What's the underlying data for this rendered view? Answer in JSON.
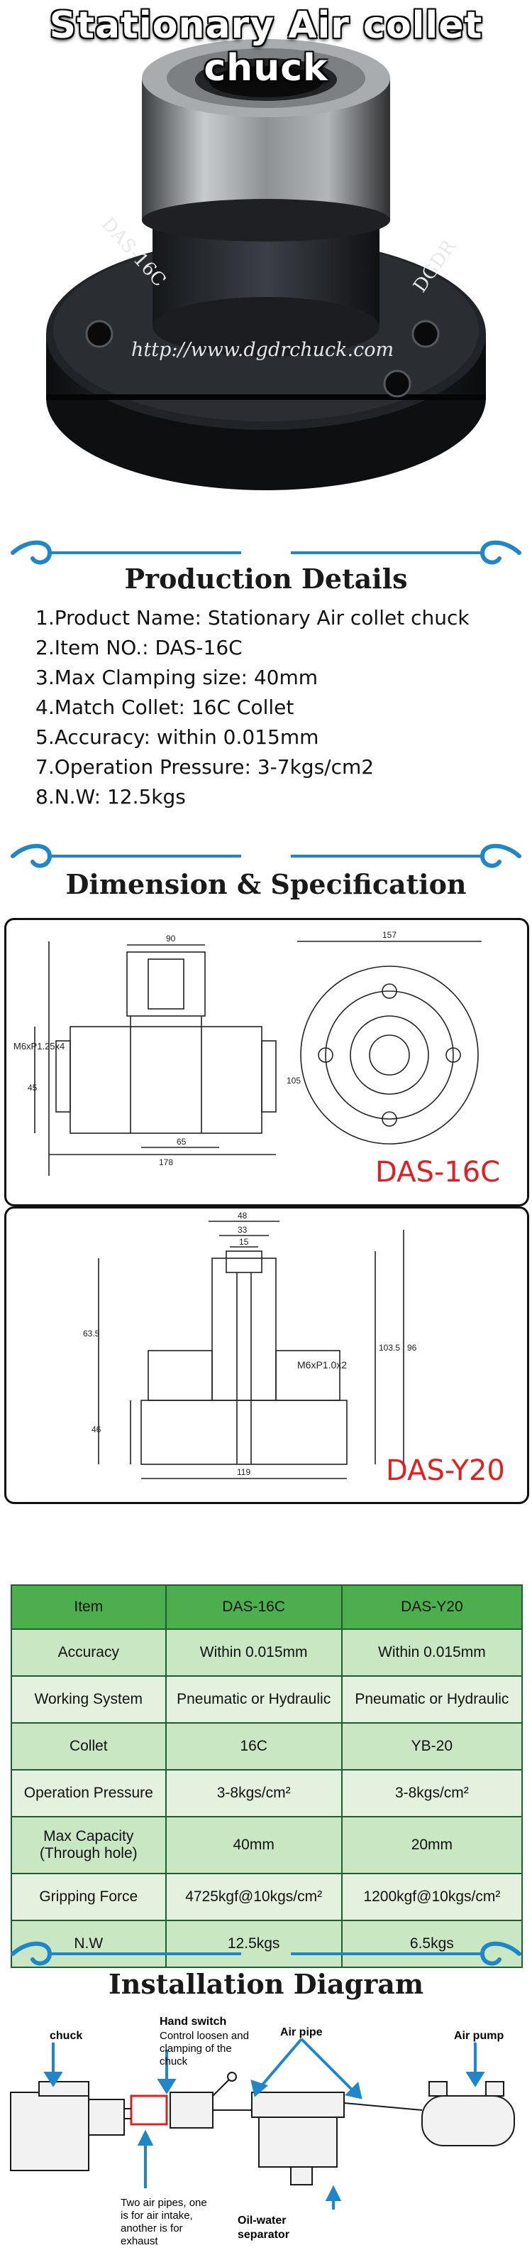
{
  "hero": {
    "title": "Stationary Air collet chuck",
    "model_engraving": "DAS-16C",
    "brand_engraving": "DGDR",
    "url": "http://www.dgdrchuck.com"
  },
  "details": {
    "heading": "Production Details",
    "lines": [
      "1.Product Name: Stationary Air collet chuck",
      "2.Item NO.: DAS-16C",
      "3.Max Clamping size: 40mm",
      "4.Match Collet: 16C Collet",
      "5.Accuracy: within 0.015mm",
      "7.Operation Pressure: 3-7kgs/cm2",
      "8.N.W: 12.5kgs"
    ]
  },
  "dimension": {
    "heading": "Dimension & Specification",
    "drawing1": {
      "label": "DAS-16C",
      "dims": {
        "top_width": "90",
        "thread": "M6xP1.25x4",
        "height": "105",
        "left_h": "45",
        "bottom1": "65",
        "bottom2": "178",
        "right_top": "157"
      }
    },
    "drawing2": {
      "label": "DAS-Y20",
      "dims": {
        "w1": "48",
        "w2": "33",
        "w3": "15",
        "thread": "M6xP1.0x2",
        "h_left": "63.5",
        "h_left2": "46",
        "h_right": "103.5",
        "h_total": "96",
        "bottom": "119"
      }
    }
  },
  "table": {
    "headers": [
      "Item",
      "DAS-16C",
      "DAS-Y20"
    ],
    "rows": [
      [
        "Accuracy",
        "Within 0.015mm",
        "Within 0.015mm"
      ],
      [
        "Working System",
        "Pneumatic or Hydraulic",
        "Pneumatic or Hydraulic"
      ],
      [
        "Collet",
        "16C",
        "YB-20"
      ],
      [
        "Operation Pressure",
        "3-8kgs/cm²",
        "3-8kgs/cm²"
      ],
      [
        "Max Capacity\n(Through hole)",
        "40mm",
        "20mm"
      ],
      [
        "Gripping Force",
        "4725kgf@10kgs/cm²",
        "1200kgf@10kgs/cm²"
      ],
      [
        "N.W",
        "12.5kgs",
        "6.5kgs"
      ]
    ]
  },
  "installation": {
    "heading": "Installation Diagram",
    "chuck": "chuck",
    "hand_switch_title": "Hand switch",
    "hand_switch_desc": [
      "Control loosen and",
      "clamping of the",
      "chuck"
    ],
    "air_pipe": "Air pipe",
    "air_pump": "Air pump",
    "oil_water": [
      "Oil-water",
      "separator"
    ],
    "two_pipes": [
      "Two air pipes, one",
      "is for air intake,",
      "another is for",
      "exhaust"
    ]
  },
  "colors": {
    "accent_blue": "#1f86c9",
    "table_header": "#4cae4c",
    "table_row_a": "#c9e7c2",
    "table_row_b": "#e4f1de",
    "label_red": "#e02020"
  }
}
